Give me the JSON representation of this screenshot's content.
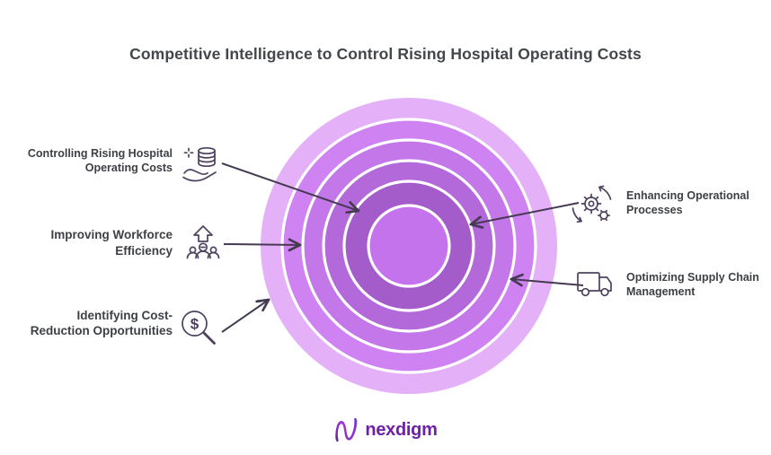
{
  "title": "Competitive Intelligence to Control Rising Hospital Operating Costs",
  "diagram": {
    "type": "concentric-circles",
    "rings": [
      {
        "name": "ring-1-outer",
        "color": "#e4b0f7"
      },
      {
        "name": "ring-2",
        "color": "#cf82f2"
      },
      {
        "name": "ring-3",
        "color": "#c377e9"
      },
      {
        "name": "ring-4",
        "color": "#b369d9"
      },
      {
        "name": "ring-5",
        "color": "#a45cca"
      },
      {
        "name": "center-circle",
        "color": "#c573ec"
      }
    ],
    "dollar_glyph": "$"
  },
  "annotations": {
    "left": [
      {
        "label": "Controlling Rising Hospital\nOperating Costs",
        "icon": "hand-coins-icon"
      },
      {
        "label": "Improving Workforce\nEfficiency",
        "icon": "workforce-growth-icon"
      },
      {
        "label": "Identifying Cost-\nReduction Opportunities",
        "icon": "dollar-magnifier-icon"
      }
    ],
    "right": [
      {
        "label": "Enhancing Operational\nProcesses",
        "icon": "process-gears-icon"
      },
      {
        "label": "Optimizing Supply Chain\nManagement",
        "icon": "delivery-truck-icon"
      }
    ]
  },
  "logo": {
    "text": "nexdigm"
  },
  "colors": {
    "title_text": "#43474b",
    "label_text": "#3d4145",
    "icon_stroke": "#4e4160",
    "arrow": "#453a52",
    "logo_text": "#6e21a4"
  }
}
